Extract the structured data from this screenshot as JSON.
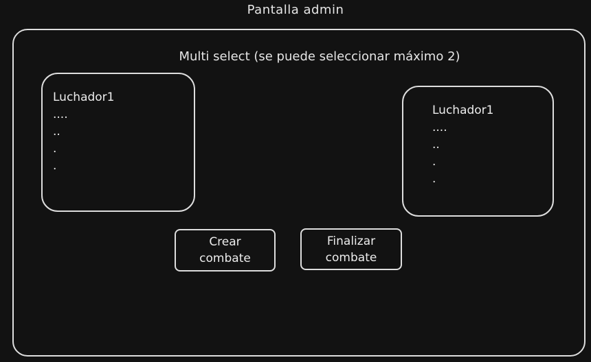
{
  "screen": {
    "title": "Pantalla admin",
    "subtitle": "Multi select (se puede seleccionar máximo 2)"
  },
  "fighters": [
    {
      "name": "Luchador1",
      "lines": [
        "....",
        "..",
        ".",
        "."
      ]
    },
    {
      "name": "Luchador1",
      "lines": [
        "....",
        "..",
        ".",
        "."
      ]
    }
  ],
  "actions": {
    "create_line1": "Crear",
    "create_line2": "combate",
    "finish_line1": "Finalizar",
    "finish_line2": "combate"
  }
}
